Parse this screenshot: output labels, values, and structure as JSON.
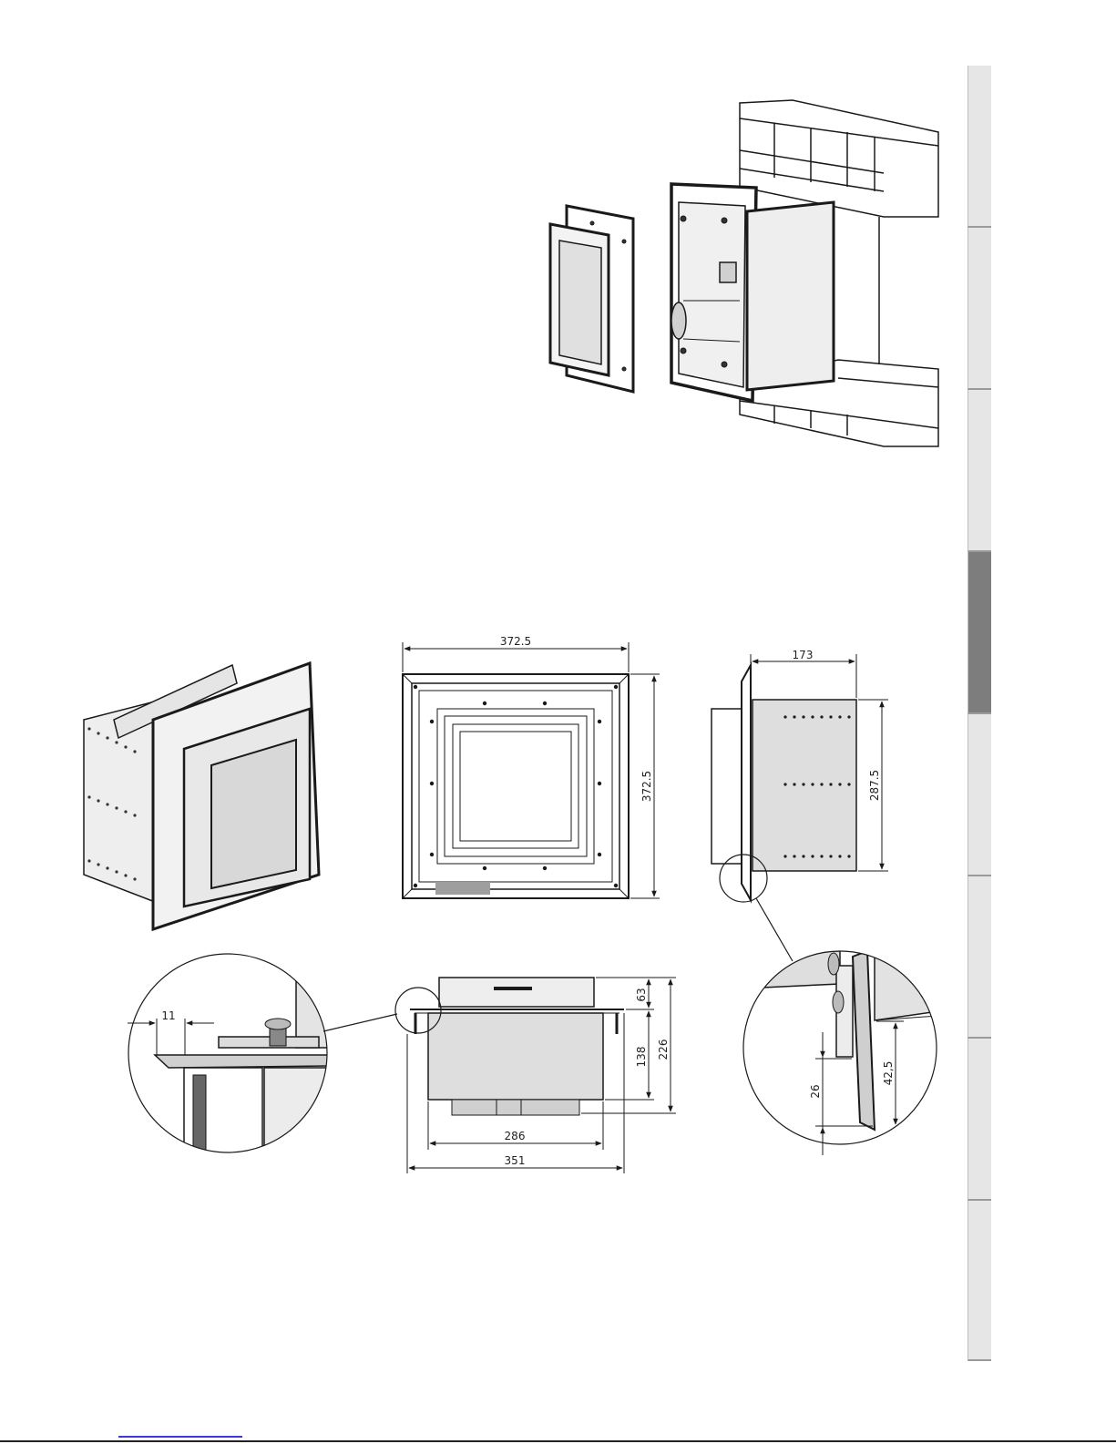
{
  "side_tabs": [
    {
      "active": false
    },
    {
      "active": false
    },
    {
      "active": false
    },
    {
      "active": true
    },
    {
      "active": false
    },
    {
      "active": false
    },
    {
      "active": false
    },
    {
      "active": false
    }
  ],
  "colors": {
    "tab_inactive": "#e6e6e6",
    "tab_active": "#7d7d7d",
    "line": "#1a1a1a",
    "panel_fill": "#d9d9d9",
    "footer_link": "#3a3adb"
  },
  "dimensions": {
    "front_width": "372.5",
    "front_height": "372.5",
    "side_depth": "173",
    "side_height": "287.5",
    "bottom_top_depth": "63",
    "bottom_box_depth": "138",
    "bottom_total_depth": "226",
    "bottom_inner_width": "286",
    "bottom_outer_width": "351",
    "detail_left_offset": "11",
    "detail_right_small": "26",
    "detail_right_large": "42,5"
  }
}
